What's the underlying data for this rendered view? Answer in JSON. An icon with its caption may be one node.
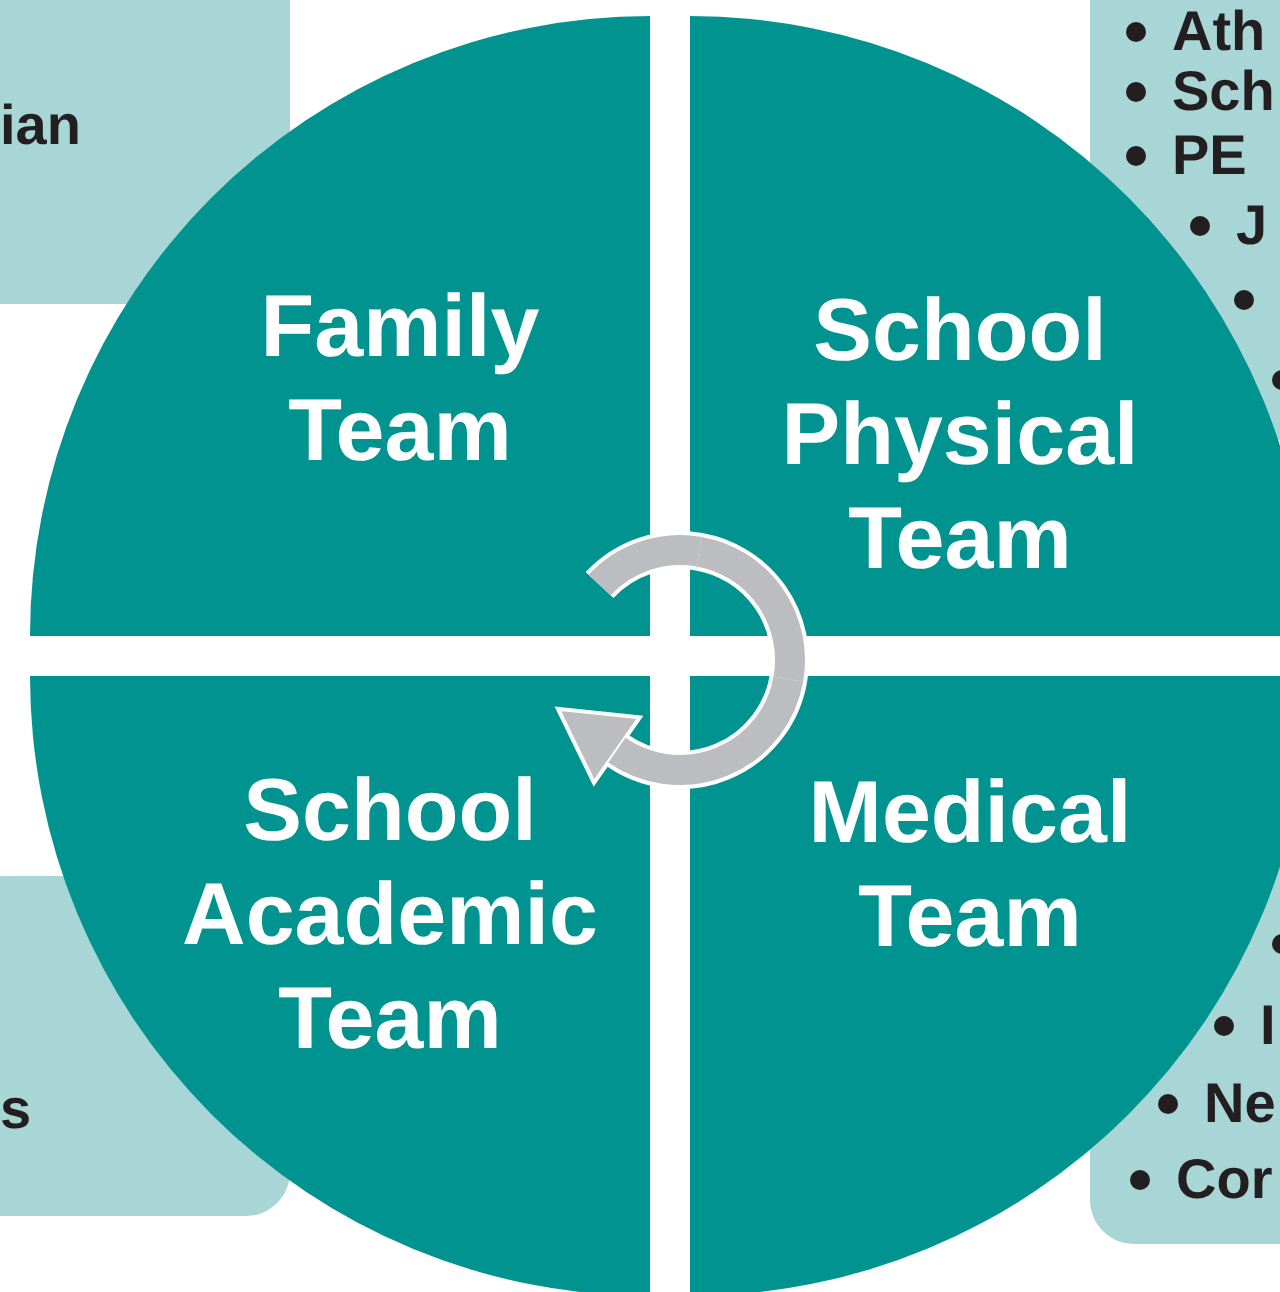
{
  "diagram": {
    "nodes": [
      {
        "text": [
          "ian"
        ]
      },
      {
        "text": [
          "Ath",
          "Sch",
          "PE",
          "J"
        ]
      },
      {
        "text": [
          "Family Team"
        ]
      },
      {
        "text": [
          "School Physical Team"
        ]
      },
      {
        "text": [
          "School Academic Team"
        ]
      },
      {
        "text": [
          "Medical Team"
        ]
      },
      {
        "text": [
          "s"
        ]
      },
      {
        "text": [
          "I",
          "Ne",
          "Cor"
        ]
      }
    ],
    "edges": [
      {
        "from": 2,
        "to": 3,
        "arrow": "none"
      },
      {
        "from": 3,
        "to": 5,
        "arrow": "none"
      },
      {
        "from": 5,
        "to": 4,
        "arrow": "to"
      }
    ]
  }
}
